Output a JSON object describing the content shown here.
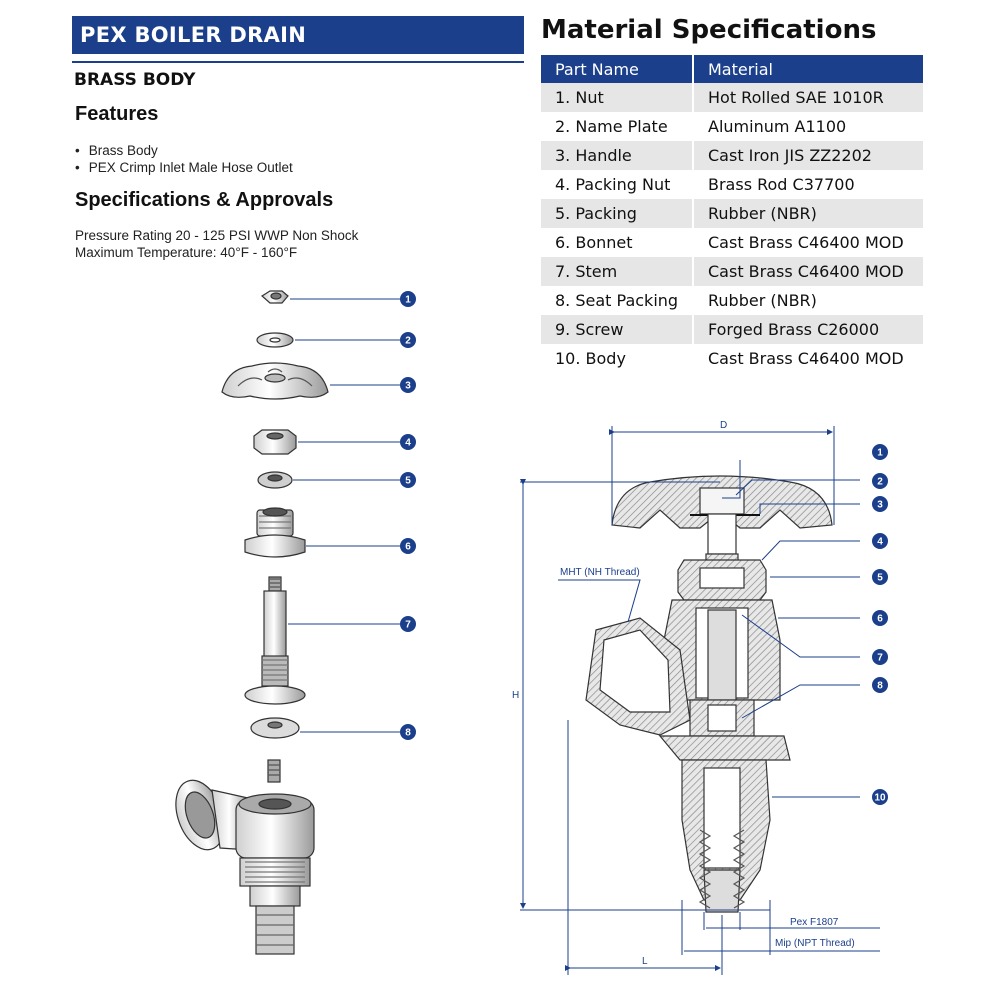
{
  "header": {
    "title": "PEX BOILER DRAIN",
    "subtitle": "BRASS BODY"
  },
  "features": {
    "heading": "Features",
    "items": [
      "Brass Body",
      "PEX Crimp Inlet Male Hose Outlet"
    ]
  },
  "specs": {
    "heading": "Specifications & Approvals",
    "lines": [
      "Pressure Rating 20 - 125 PSI WWP Non Shock",
      "Maximum Temperature:  40°F - 160°F"
    ]
  },
  "materials": {
    "title": "Material Specifications",
    "columns": [
      "Part Name",
      "Material"
    ],
    "rows": [
      {
        "part": "1.   Nut",
        "material": "Hot Rolled SAE 1010R"
      },
      {
        "part": "2.   Name Plate",
        "material": "Aluminum A1100"
      },
      {
        "part": "3.   Handle",
        "material": "Cast Iron JIS ZZ2202"
      },
      {
        "part": "4.   Packing Nut",
        "material": "Brass Rod C37700"
      },
      {
        "part": "5.   Packing",
        "material": "Rubber (NBR)"
      },
      {
        "part": "6.   Bonnet",
        "material": "Cast Brass C46400 MOD"
      },
      {
        "part": "7.   Stem",
        "material": "Cast Brass C46400 MOD"
      },
      {
        "part": "8.   Seat Packing",
        "material": "Rubber (NBR)"
      },
      {
        "part": "9.   Screw",
        "material": "Forged Brass C26000"
      },
      {
        "part": "10. Body",
        "material": "Cast Brass C46400 MOD"
      }
    ]
  },
  "exploded_callouts": [
    "1",
    "2",
    "3",
    "4",
    "5",
    "6",
    "7",
    "8"
  ],
  "section_callouts": [
    "1",
    "2",
    "3",
    "4",
    "5",
    "6",
    "7",
    "8",
    "10"
  ],
  "dimensions": {
    "d": "D",
    "h": "H",
    "l": "L",
    "mht": "MHT (NH Thread)",
    "pex": "Pex F1807",
    "mip": "Mip (NPT Thread)"
  },
  "colors": {
    "brand_blue": "#1b3f8b",
    "row_shade": "#e6e6e6"
  }
}
